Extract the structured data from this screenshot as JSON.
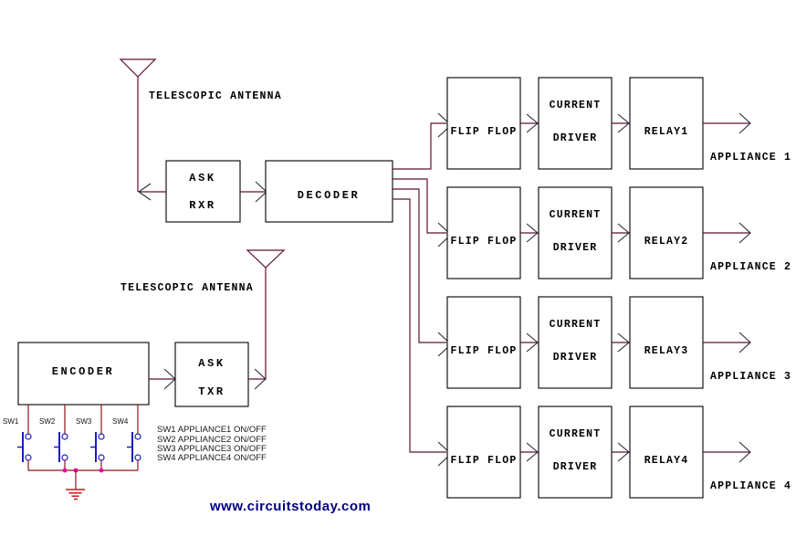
{
  "receiver": {
    "antenna_label": "TELESCOPIC ANTENNA",
    "rxr_line1": "ASK",
    "rxr_line2": "RXR",
    "decoder_label": "DECODER"
  },
  "transmitter": {
    "antenna_label": "TELESCOPIC ANTENNA",
    "encoder_label": "ENCODER",
    "txr_line1": "ASK",
    "txr_line2": "TXR",
    "switches": [
      {
        "label": "SW1"
      },
      {
        "label": "SW2"
      },
      {
        "label": "SW3"
      },
      {
        "label": "SW4"
      }
    ],
    "legend": [
      "SW1 APPLIANCE1 ON/OFF",
      "SW2 APPLIANCE2 ON/OFF",
      "SW3 APPLIANCE3 ON/OFF",
      "SW4 APPLIANCE4 ON/OFF"
    ]
  },
  "channels": [
    {
      "flip_flop": "FLIP FLOP",
      "driver_line1": "CURRENT",
      "driver_line2": "DRIVER",
      "relay": "RELAY1",
      "appliance": "APPLIANCE 1"
    },
    {
      "flip_flop": "FLIP FLOP",
      "driver_line1": "CURRENT",
      "driver_line2": "DRIVER",
      "relay": "RELAY2",
      "appliance": "APPLIANCE 2"
    },
    {
      "flip_flop": "FLIP FLOP",
      "driver_line1": "CURRENT",
      "driver_line2": "DRIVER",
      "relay": "RELAY3",
      "appliance": "APPLIANCE 3"
    },
    {
      "flip_flop": "FLIP FLOP",
      "driver_line1": "CURRENT",
      "driver_line2": "DRIVER",
      "relay": "RELAY4",
      "appliance": "APPLIANCE 4"
    }
  ],
  "watermark": "www.circuitstoday.com",
  "colors": {
    "wire": "#5e1135",
    "switch_wire": "#8b1616",
    "arrowhead": "#2a2a33",
    "box_border": "#000000",
    "label_text": "#000000",
    "switch_symbol": "#1c1cbf",
    "ground": "#cc1414",
    "junction_dot": "#e800a0",
    "legend_text": "#1a1a1a",
    "watermark": "#00007f"
  }
}
